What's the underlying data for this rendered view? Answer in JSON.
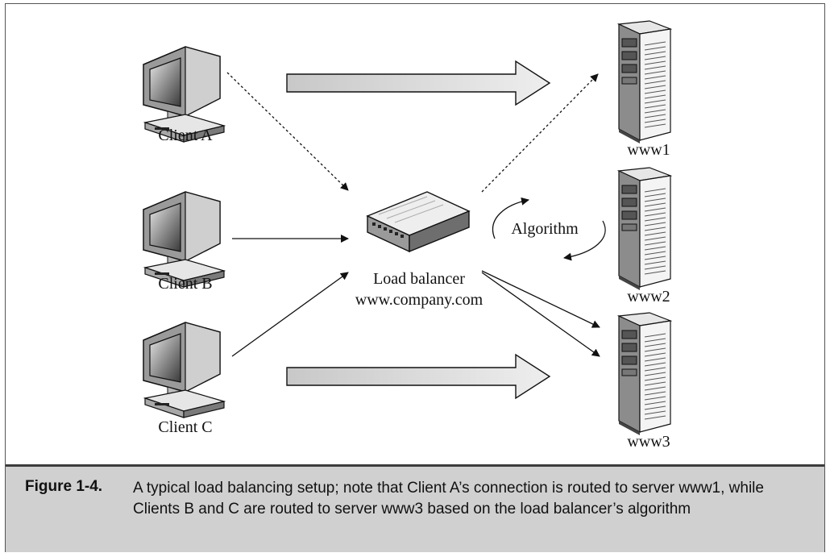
{
  "diagram": {
    "clients": [
      {
        "label": "Client A"
      },
      {
        "label": "Client B"
      },
      {
        "label": "Client C"
      }
    ],
    "servers": [
      {
        "label": "www1"
      },
      {
        "label": "www2"
      },
      {
        "label": "www3"
      }
    ],
    "load_balancer": {
      "label": "Load balancer",
      "hostname": "www.company.com"
    },
    "algorithm_label": "Algorithm"
  },
  "caption": {
    "label": "Figure 1-4.",
    "text": "A typical load balancing setup; note that Client A’s connection is routed to server www1, while Clients B and C are routed to server www3 based on the load balancer’s algorithm"
  }
}
